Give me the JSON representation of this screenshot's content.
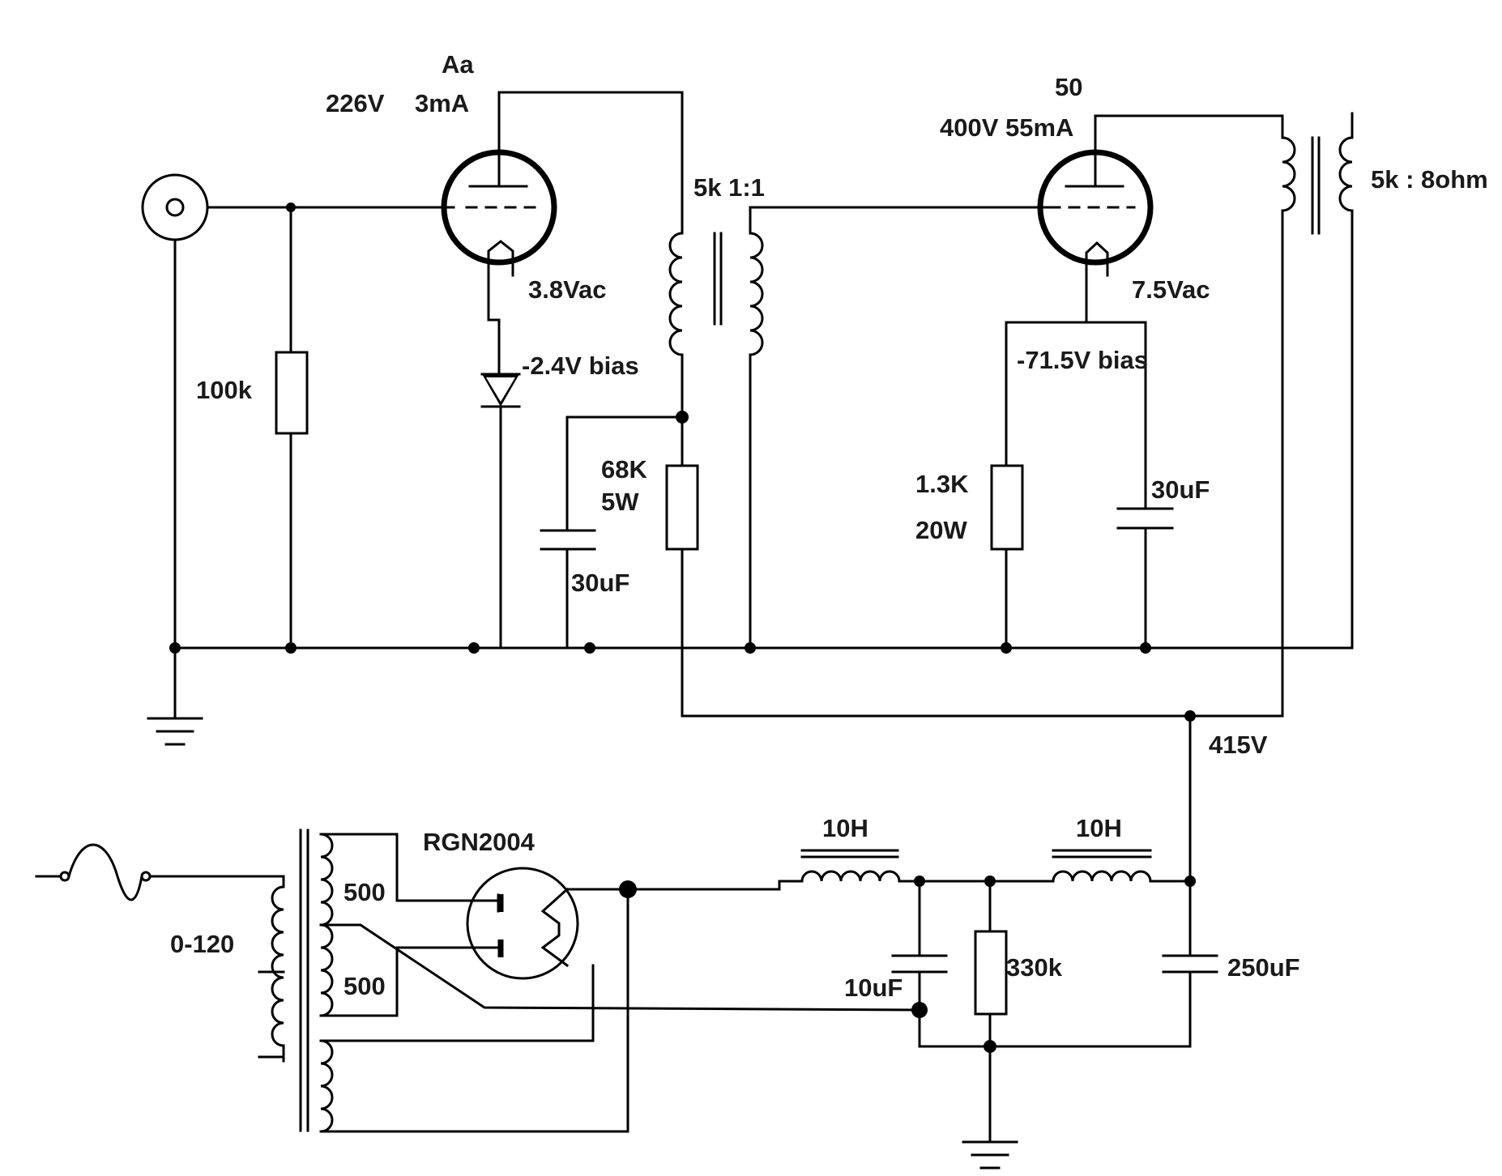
{
  "labels": {
    "tube1_type": "Aa",
    "tube1_voltage": "226V",
    "tube1_current": "3mA",
    "tube1_heater": "3.8Vac",
    "tube1_bias": "-2.4V bias",
    "grid_resistor": "100k",
    "interstage_transformer": "5k 1:1",
    "tube2_type": "50",
    "tube2_operating": "400V 55mA",
    "tube2_heater": "7.5Vac",
    "tube2_bias": "-71.5V bias",
    "output_transformer": "5k : 8ohm",
    "dropping_resistor_value": "68K",
    "dropping_resistor_power": "5W",
    "decoupling_cap": "30uF",
    "cathode_resistor_value": "1.3K",
    "cathode_resistor_power": "20W",
    "cathode_cap": "30uF",
    "b_plus": "415V",
    "rectifier": "RGN2004",
    "primary_voltage": "0-120",
    "secondary_upper": "500",
    "secondary_lower": "500",
    "choke1": "10H",
    "choke2": "10H",
    "filter_cap1": "10uF",
    "bleeder_resistor": "330k",
    "filter_cap2": "250uF"
  }
}
